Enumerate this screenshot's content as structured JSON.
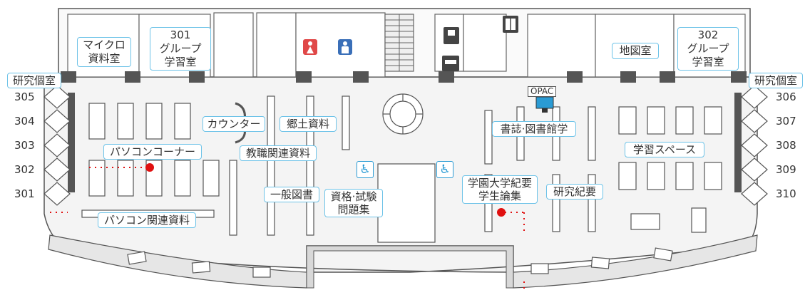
{
  "map_title": "",
  "rooms": {
    "micro": [
      "マイクロ",
      "資料室"
    ],
    "group301": [
      "301",
      "グループ",
      "学習室"
    ],
    "group302": [
      "302",
      "グループ",
      "学習室"
    ],
    "map_room": "地図室",
    "research_left": "研究個室",
    "research_right": "研究個室"
  },
  "carrels_left": [
    "305",
    "304",
    "303",
    "302",
    "301"
  ],
  "carrels_right": [
    "306",
    "307",
    "308",
    "309",
    "310"
  ],
  "areas": {
    "pc_corner": "パソコンコーナー",
    "pc_books": "パソコン関連資料",
    "counter": "カウンター",
    "local": "郷土資料",
    "teaching": "教職関連資料",
    "general": "一般図書",
    "exam": [
      "資格·試験",
      "問題集"
    ],
    "bibliography": "書誌·図書館学",
    "study_space": "学習スペース",
    "bulletin": [
      "学園大学紀要",
      "学生論集"
    ],
    "research_bulletin": "研究紀要"
  },
  "opac_label": "OPAC",
  "icons": [
    "female-restroom-icon",
    "male-restroom-icon",
    "phone-icon",
    "copier-icon",
    "elevator-icon",
    "wheelchair-icon",
    "opac-terminal-icon",
    "red-dot-icon"
  ],
  "colors": {
    "label_border": "#6ec3e8",
    "wall": "#555555",
    "floor": "#f4f4f4",
    "female": "#e04848",
    "male": "#3a6fb8",
    "accessible": "#2a9bd4",
    "marker": "#e01010"
  }
}
